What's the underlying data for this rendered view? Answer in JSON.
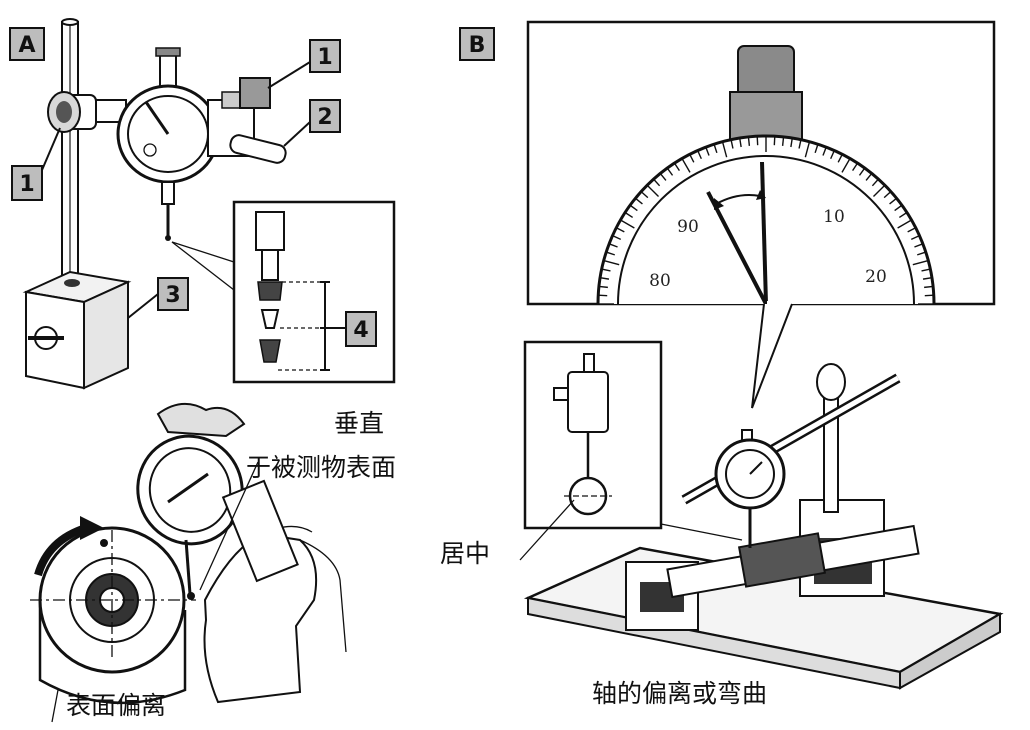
{
  "panels": {
    "a": {
      "tag": "A"
    },
    "b": {
      "tag": "B"
    }
  },
  "callouts": {
    "a": [
      "1",
      "1",
      "2",
      "3",
      "4"
    ]
  },
  "dial_scale": {
    "ticks": [
      "90",
      "10",
      "80",
      "20"
    ]
  },
  "labels": {
    "perpendicular_line1": "垂直",
    "perpendicular_line2": "于被测物表面",
    "surface_runout": "表面偏离",
    "centered": "居中",
    "shaft_runout": "轴的偏离或弯曲"
  }
}
